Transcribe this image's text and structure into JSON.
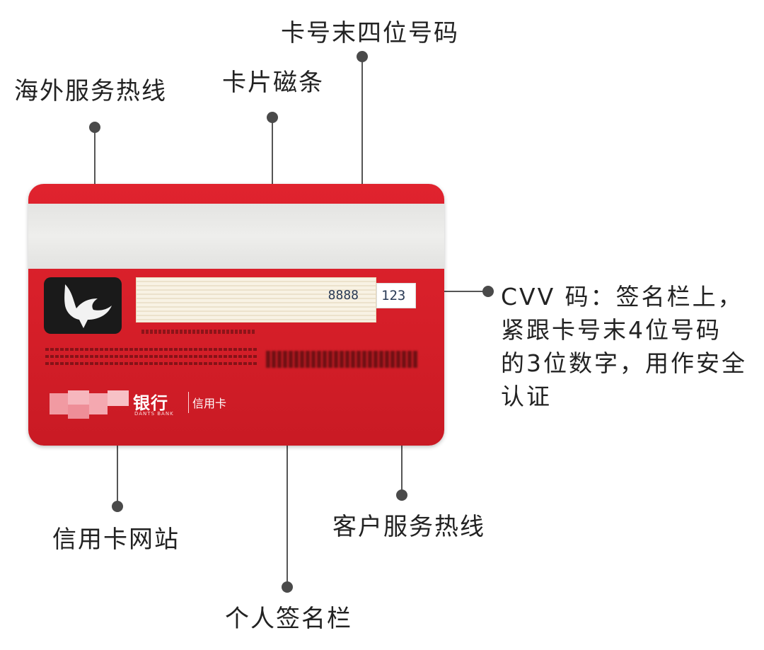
{
  "labels": {
    "card_last4_top": "卡号末四位号码",
    "overseas_hotline": "海外服务热线",
    "magnetic_stripe": "卡片磁条",
    "card_website": "信用卡网站",
    "customer_hotline": "客户服务热线",
    "signature_panel": "个人签名栏"
  },
  "cvv_note": {
    "line1": "CVV 码：签名栏上，",
    "line2": "紧跟卡号末4位号码",
    "line3": "的3位数字，用作安全",
    "line4": "认证"
  },
  "card": {
    "last4_digits": "8888",
    "cvv_digits": "123",
    "bank_name": "银行",
    "bank_subtitle": "DANTS BANK",
    "product_name": "信用卡"
  },
  "colors": {
    "card_red": "#d8202a",
    "leader_gray": "#555555",
    "stripe": "#e8e8e6"
  }
}
